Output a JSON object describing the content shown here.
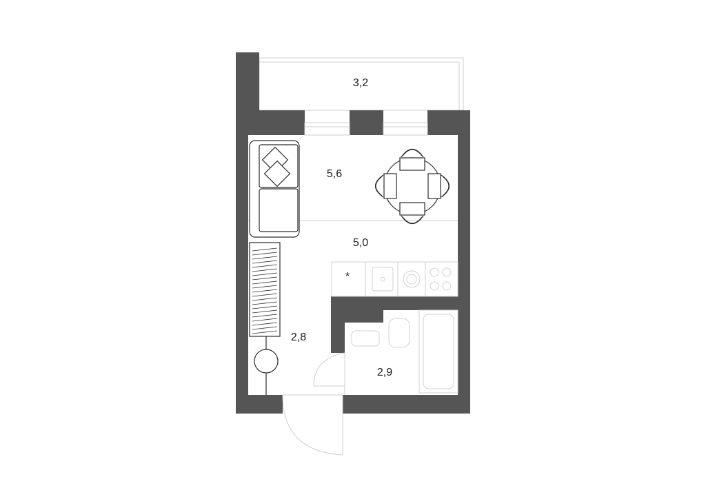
{
  "plan": {
    "rooms": [
      {
        "id": "balcony",
        "area": "3,2"
      },
      {
        "id": "living",
        "area": "5,6"
      },
      {
        "id": "kitchen",
        "area": "5,0"
      },
      {
        "id": "hallway",
        "area": "2,8"
      },
      {
        "id": "bathroom",
        "area": "2,9"
      }
    ],
    "kitchen_marker": "*"
  },
  "colors": {
    "wall": "#555555",
    "line": "#2b2b2b",
    "fixture": "#d0d0d0",
    "background": "#ffffff"
  }
}
